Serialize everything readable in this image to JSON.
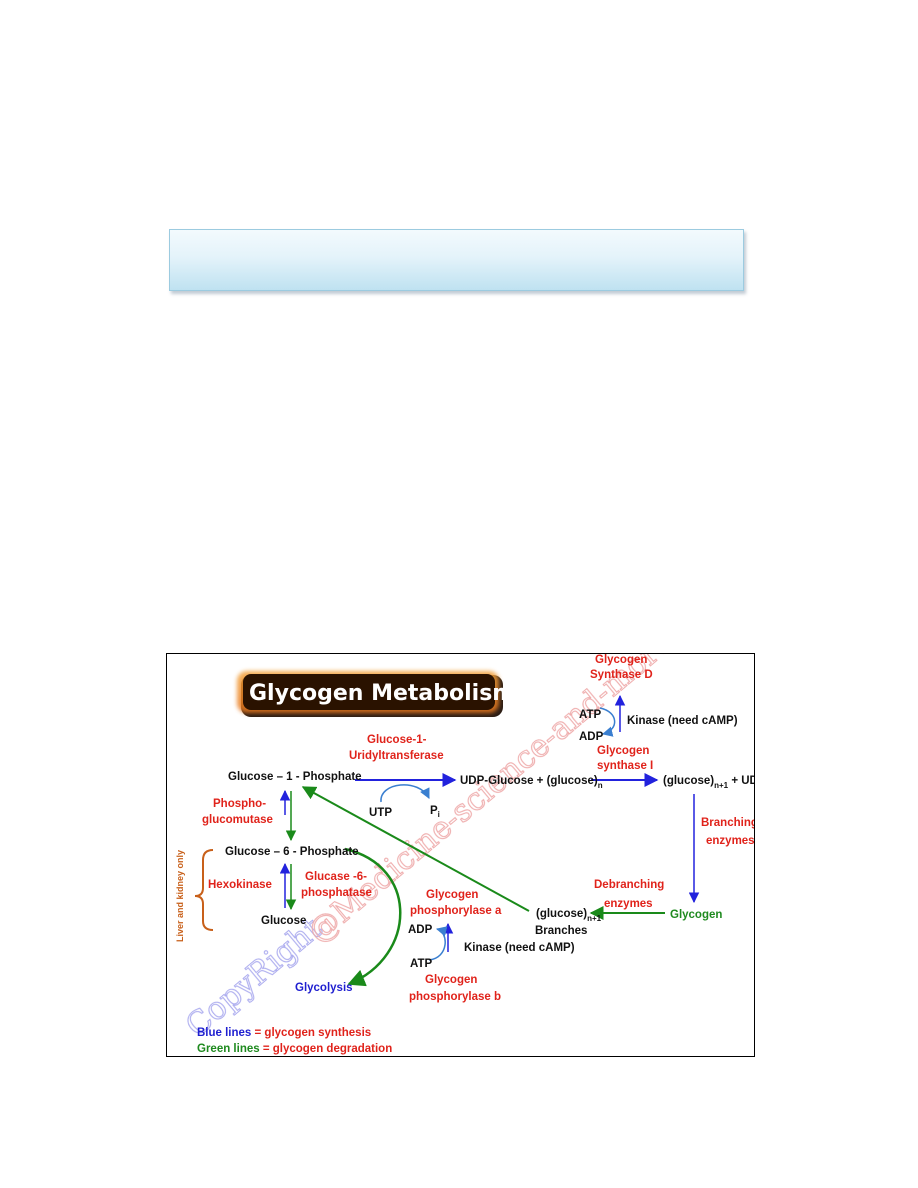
{
  "colors": {
    "synthesis_line": "#2222dd",
    "degradation_line": "#1a8a1a",
    "enzyme_label": "#e0231b",
    "metabolite_label": "#111111",
    "bracket": "#c8601a",
    "watermark_blue": "#8a8ae8",
    "watermark_red": "#e88a8a"
  },
  "diagram": {
    "title": "Glycogen Metabolism",
    "nodes": {
      "g1p": "Glucose – 1 - Phosphate",
      "g6p": "Glucose – 6 - Phosphate",
      "glucose": "Glucose",
      "udp_glucose": "UDP-Glucose + (glucose)",
      "udp_glucose_sub": "n",
      "glucose_n1_udp_a": "(glucose)",
      "glucose_n1_udp_sub": "n+1",
      "glucose_n1_udp_b": " + UDP",
      "glycogen": "Glycogen",
      "branches_a": "(glucose)",
      "branches_sub": "n+1",
      "branches_b": "Branches",
      "glycolysis": "Glycolysis",
      "utp": "UTP",
      "pi": "P",
      "pi_sub": "i",
      "atp_top": "ATP",
      "adp_top": "ADP",
      "adp_bottom": "ADP",
      "atp_bottom": "ATP"
    },
    "enzymes": {
      "uridyltransferase_1": "Glucose-1-",
      "uridyltransferase_2": "Uridyltransferase",
      "phosphoglucomutase_1": "Phospho-",
      "phosphoglucomutase_2": "glucomutase",
      "hexokinase": "Hexokinase",
      "g6pase_1": "Glucase -6-",
      "g6pase_2": "phosphatase",
      "synthase_d_1": "Glycogen",
      "synthase_d_2": "Synthase D",
      "synthase_i_1": "Glycogen",
      "synthase_i_2": "synthase I",
      "kinase_top": "Kinase (need cAMP)",
      "branching_1": "Branching",
      "branching_2": "enzymes",
      "debranching_1": "Debranching",
      "debranching_2": "enzymes",
      "phosphorylase_a_1": "Glycogen",
      "phosphorylase_a_2": "phosphorylase a",
      "kinase_bottom": "Kinase (need cAMP)",
      "phosphorylase_b_1": "Glycogen",
      "phosphorylase_b_2": "phosphorylase b"
    },
    "side_label": "Liver and kidney only",
    "legend": {
      "blue_key": "Blue lines",
      "blue_text": " = glycogen synthesis",
      "green_key": "Green lines",
      "green_text": " = glycogen degradation"
    },
    "watermark": {
      "part1": "CopyRight",
      "part2": "@Medicine-science-and-more.com"
    }
  }
}
